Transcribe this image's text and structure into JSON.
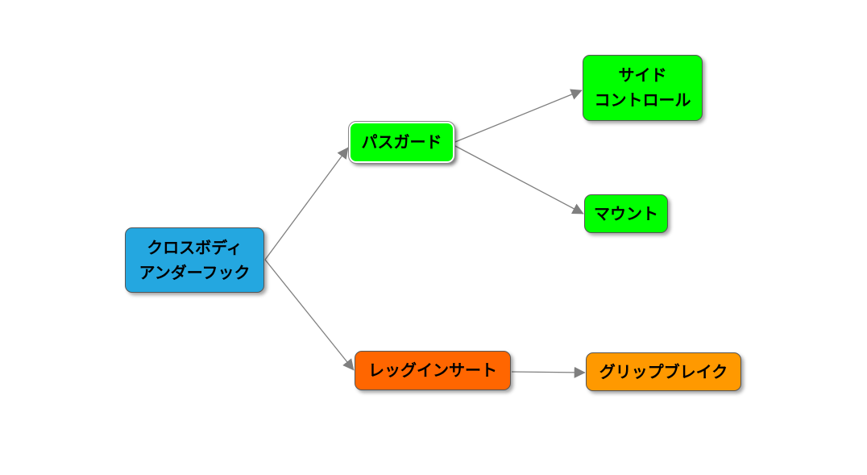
{
  "nodes": [
    {
      "id": "crossbody",
      "lines": [
        "クロスボディ",
        "アンダーフック"
      ],
      "color": "#24a7e0"
    },
    {
      "id": "pass",
      "lines": [
        "パスガード"
      ],
      "color": "#00ff00",
      "selected": true
    },
    {
      "id": "side",
      "lines": [
        "サイド",
        "コントロール"
      ],
      "color": "#00ff00"
    },
    {
      "id": "mount",
      "lines": [
        "マウント"
      ],
      "color": "#00ff00"
    },
    {
      "id": "leg",
      "lines": [
        "レッグインサート"
      ],
      "color": "#ff6600"
    },
    {
      "id": "grip",
      "lines": [
        "グリップブレイク"
      ],
      "color": "#ff9900"
    }
  ],
  "edges": [
    {
      "from": "crossbody",
      "to": "pass"
    },
    {
      "from": "crossbody",
      "to": "leg"
    },
    {
      "from": "pass",
      "to": "side"
    },
    {
      "from": "pass",
      "to": "mount"
    },
    {
      "from": "leg",
      "to": "grip"
    }
  ],
  "edge_color": "#7f7f7f"
}
